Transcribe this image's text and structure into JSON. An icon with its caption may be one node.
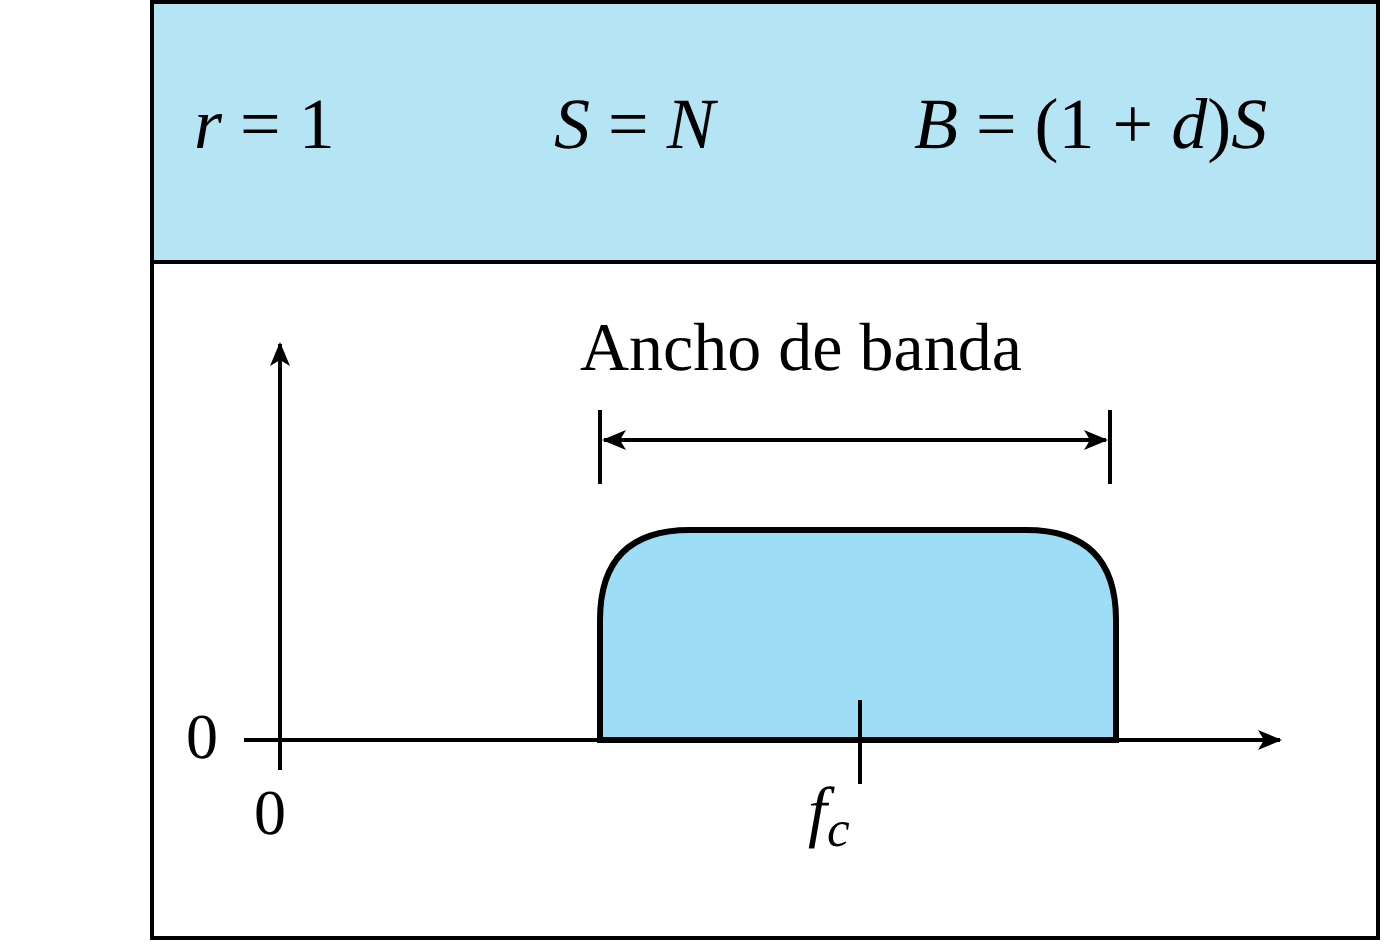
{
  "diagram": {
    "nodes": [
      {
        "text": [
          "*r* = 1",
          "*S* = *N*",
          "*B* = (1 + *d*)*S*"
        ]
      }
    ],
    "labels": [
      "Ancho de banda",
      "0",
      "0",
      "*f*$_{c}$"
    ]
  }
}
